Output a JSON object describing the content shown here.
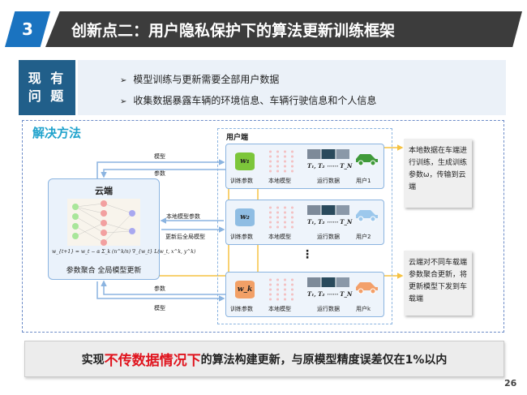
{
  "header": {
    "number": "3",
    "title": "创新点二：用户隐私保护下的算法更新训练框架"
  },
  "problem": {
    "label_line1": "现 有",
    "label_line2": "问 题",
    "bullets": [
      "模型训练与更新需要全部用户数据",
      "收集数据暴露车辆的环境信息、车辆行驶信息和个人信息"
    ],
    "bullet_icon": "➢"
  },
  "solution": {
    "title": "解决方法",
    "cloud": {
      "title": "云端",
      "formula": "w_{t+1} = w_t − α Σ_k (n^k/n) ∇_{w_t} L(w_t, x^k, y^k)",
      "caption": "参数聚合 全局模型更新"
    },
    "arrows": {
      "model_top": "模型",
      "param_top": "参数",
      "local_params": "本地模型参数",
      "updated_global": "更新后全局模型",
      "param_bottom": "参数",
      "model_bottom": "模型"
    },
    "user_end": {
      "title": "用户端",
      "dots": "⋮",
      "rows": [
        {
          "weight": "w₁",
          "color": "#7cc63a",
          "train_params": "训练参数",
          "local_model": "本地模型",
          "data_seq": "T₁, T₂ ⋯⋯ T_N",
          "run_data": "运行数据",
          "user": "用户1",
          "car_color": "#3f9a3a"
        },
        {
          "weight": "w₂",
          "color": "#8fbde3",
          "train_params": "训练参数",
          "local_model": "本地模型",
          "data_seq": "T₁, T₂ ⋯⋯ T_N",
          "run_data": "运行数据",
          "user": "用户2",
          "car_color": "#9cc8ec"
        },
        {
          "weight": "w_k",
          "color": "#f2a066",
          "train_params": "训练参数",
          "local_model": "本地模型",
          "data_seq": "T₁, T₂ ⋯⋯ T_N",
          "run_data": "运行数据",
          "user": "用户k",
          "car_color": "#f3a06a"
        }
      ]
    },
    "notes": [
      "本地数据在车端进行训练，生成训练参数ω，传输到云端",
      "云端对不同车载端参数聚合更新，将更新模型下发到车载端"
    ]
  },
  "conclusion": {
    "prefix": "实现",
    "highlight": "不传数据情况下",
    "suffix": "的算法构建更新，与原模型精度误差仅在1%以内"
  },
  "page_number": "26"
}
